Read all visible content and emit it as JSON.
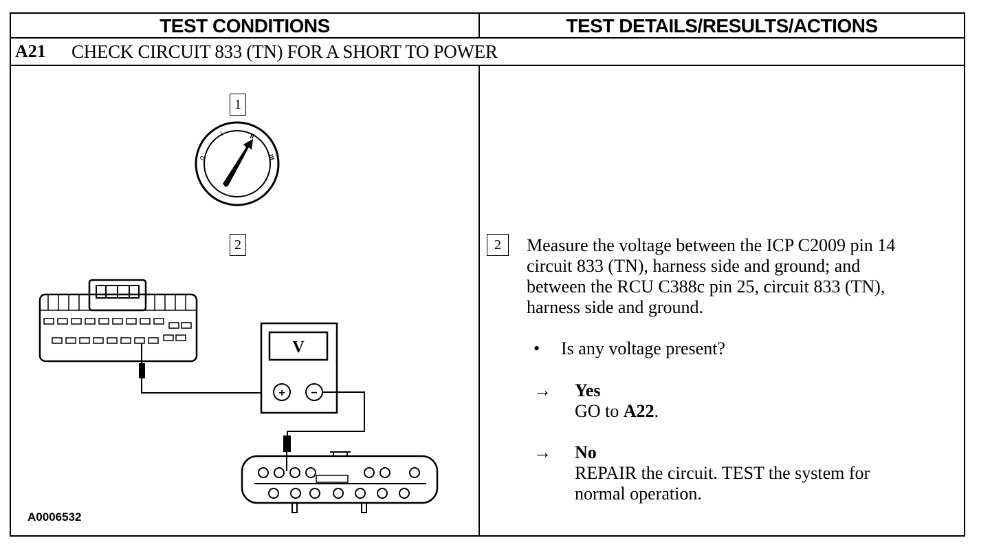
{
  "header": {
    "left": "TEST CONDITIONS",
    "right": "TEST DETAILS/RESULTS/ACTIONS"
  },
  "step": {
    "code": "A21",
    "title": "CHECK CIRCUIT 833 (TN) FOR A SHORT TO POWER"
  },
  "illustration": {
    "step1_label": "1",
    "step2_label": "2",
    "switch_positions": [
      "0",
      "I",
      "II",
      "III"
    ],
    "meter_display": "V",
    "meter_plus": "+",
    "meter_minus": "−",
    "figure_id": "A0006532",
    "icons": [
      "ignition-switch-icon",
      "multimeter-icon",
      "connector-icon"
    ]
  },
  "details": {
    "step_label": "2",
    "instruction_lines": [
      "Measure the voltage between the ICP C2009 pin 14",
      "circuit 833 (TN), harness side and ground; and",
      "between the RCU C388c pin 25, circuit 833 (TN),",
      "harness side and ground."
    ],
    "bullet": "•",
    "question": "Is any voltage present?",
    "arrow": "→",
    "yes": {
      "label": "Yes",
      "action_prefix": "GO to ",
      "action_target": "A22",
      "action_suffix": "."
    },
    "no": {
      "label": "No",
      "action_lines": [
        "REPAIR the circuit. TEST the system for",
        "normal operation."
      ]
    }
  }
}
